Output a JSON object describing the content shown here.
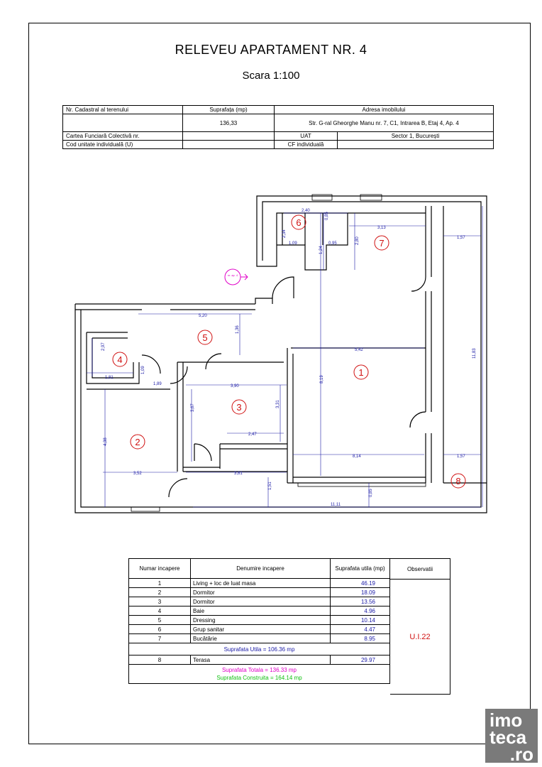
{
  "title": "RELEVEU  APARTAMENT NR. 4",
  "scale": "Scara 1:100",
  "info_table": {
    "h_cadastral": "Nr. Cadastral al terenului",
    "h_suprafata": "Suprafața (mp)",
    "h_adresa": "Adresa imobilului",
    "suprafata": "136,33",
    "adresa": "Str. G-ral Gheorghe Manu nr. 7, C1, Intrarea B, Etaj 4, Ap. 4",
    "carte_funciara": "Cartea Funciară Colectivă nr.",
    "uat_label": "UAT",
    "uat_value": "Sector 1, București",
    "cod_unitate": "Cod unitate individuală (U)",
    "cf_individuala": "CF individuală"
  },
  "plan": {
    "room_numbers": [
      "1",
      "2",
      "3",
      "4",
      "5",
      "6",
      "7",
      "8"
    ],
    "dimensions": [
      "2,40",
      "0,85",
      "2,34",
      "3,13",
      "1,57",
      "1,09",
      "1,24",
      "0,95",
      "2,80",
      "5,20",
      "1,36",
      "2,97",
      "5,42",
      "8,19",
      "11,83",
      "1,81",
      "1,09",
      "1,89",
      "3,90",
      "3,67",
      "3,31",
      "4,38",
      "2,47",
      "8,14",
      "1,57",
      "3,52",
      "3,81",
      "1,51",
      "0,85",
      "11,11"
    ],
    "north_marker": "nr. ap. 4"
  },
  "rooms_table": {
    "headers": {
      "numar": "Numar incapere",
      "denumire": "Denumire incapere",
      "suprafata": "Suprafata utila (mp)",
      "observatii": "Observatii"
    },
    "rows": [
      {
        "nr": "1",
        "name": "Living +  loc de luat masa",
        "area": "46.19"
      },
      {
        "nr": "2",
        "name": "Dormitor",
        "area": "18.09"
      },
      {
        "nr": "3",
        "name": "Dormitor",
        "area": "13.56"
      },
      {
        "nr": "4",
        "name": "Baie",
        "area": "4.96"
      },
      {
        "nr": "5",
        "name": "Dressing",
        "area": "10.14"
      },
      {
        "nr": "6",
        "name": "Grup sanitar",
        "area": "4.47"
      },
      {
        "nr": "7",
        "name": "Bucătărie",
        "area": "8.95"
      }
    ],
    "total_utila": "Suprafata Utila = 106.36 mp",
    "terasa": {
      "nr": "8",
      "name": "Terasa",
      "area": "29.97"
    },
    "total": "Suprafata Totala = 136.33 mp",
    "construita": "Suprafata Construita = 164.14 mp",
    "observatii": "U.I.22"
  },
  "logo": {
    "line1": "imo",
    "line2": "teca",
    "line3": ".ro"
  },
  "colors": {
    "dimension": "#1a1aa6",
    "room_circle": "#d01010",
    "magenta": "#e000c8",
    "green": "#10c010"
  }
}
